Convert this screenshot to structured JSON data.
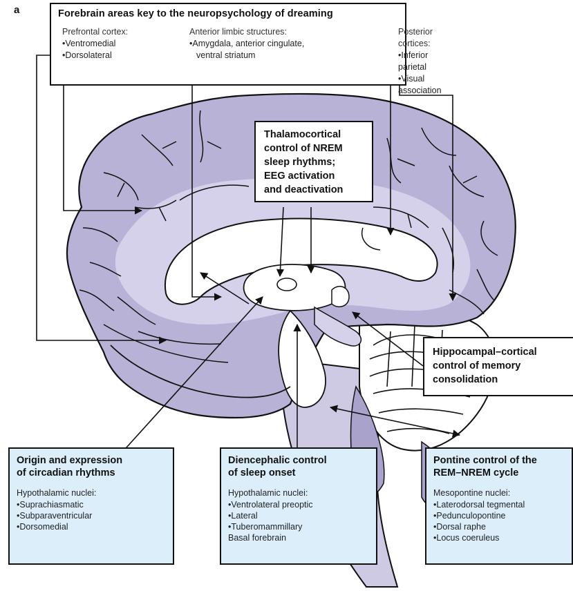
{
  "panel_letter": "a",
  "key": {
    "title": "Forebrain areas key to the neuropsychology of dreaming",
    "prefrontal": {
      "heading": "Prefrontal cortex:",
      "items": [
        "Ventromedial",
        "Dorsolateral"
      ]
    },
    "limbic": {
      "heading": "Anterior limbic structures:",
      "items": [
        "Amygdala, anterior cingulate,",
        "ventral striatum"
      ]
    },
    "posterior": {
      "heading": "Posterior cortices:",
      "items": [
        "Inferior parietal",
        "Visual association"
      ]
    }
  },
  "thalamo": {
    "lines": [
      "Thalamocortical",
      "control of NREM",
      "sleep rhythms;",
      "EEG activation",
      "and deactivation"
    ]
  },
  "hippocampal": {
    "lines": [
      "Hippocampal–cortical",
      "control of memory",
      "consolidation"
    ]
  },
  "circadian": {
    "title_lines": [
      "Origin and expression",
      "of circadian rhythms"
    ],
    "subtitle": "Hypothalamic nuclei:",
    "items": [
      "Suprachiasmatic",
      "Subparaventricular",
      "Dorsomedial"
    ]
  },
  "diencephalic": {
    "title_lines": [
      "Diencephalic control",
      "of sleep onset"
    ],
    "subtitle": "Hypothalamic nuclei:",
    "items": [
      "Ventrolateral preoptic",
      "Lateral",
      "Tuberomammillary"
    ],
    "extra": "Basal forebrain"
  },
  "pontine": {
    "title_lines": [
      "Pontine control of the",
      "REM–NREM cycle"
    ],
    "subtitle": "Mesopontine nuclei:",
    "items": [
      "Laterodorsal tegmental",
      "Pedunculopontine",
      "Dorsal raphe",
      "Locus coeruleus"
    ]
  },
  "colors": {
    "brain": "#b8b3d6",
    "brain_light": "#ddd9ec",
    "white_matter": "#ffffff",
    "box_blue": "#dceefa",
    "line": "#111111"
  }
}
